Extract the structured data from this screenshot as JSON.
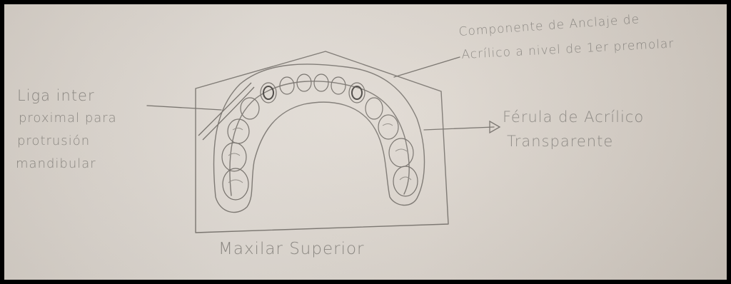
{
  "labels": {
    "left_line1": "Liga inter",
    "left_line2": "proximal para",
    "left_line3": "protrusión",
    "left_line4": "mandibular",
    "top_right_line1": "Componente de Anclaje de",
    "top_right_line2": "Acrílico a nivel de 1er premolar",
    "right_line1": "Férula de Acrílico",
    "right_line2": "Transparente",
    "bottom": "Maxilar Superior"
  },
  "colors": {
    "paper": "#dcd5cd",
    "pencil": "#7b7670",
    "dark_pencil": "#4e4a45",
    "border": "#000000"
  }
}
